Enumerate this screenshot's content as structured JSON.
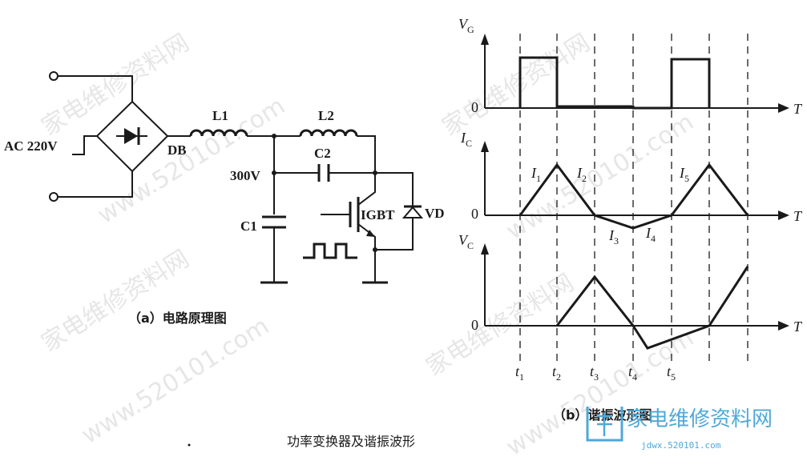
{
  "circuit": {
    "ac_label": "AC 220V",
    "db_label": "DB",
    "l1_label": "L1",
    "l2_label": "L2",
    "c2_label": "C2",
    "v300_label": "300V",
    "c1_label": "C1",
    "igbt_label": "IGBT",
    "vd_label": "VD",
    "caption": "（a）电路原理图"
  },
  "waveforms": {
    "vg_axis": "V",
    "vg_sub": "G",
    "ic_axis": "I",
    "ic_sub": "C",
    "vc_axis": "V",
    "vc_sub": "C",
    "time_axis": "T",
    "zero": "0",
    "i1": "I",
    "i1_sub": "1",
    "i2": "I",
    "i2_sub": "2",
    "i3": "I",
    "i3_sub": "3",
    "i4": "I",
    "i4_sub": "4",
    "i5": "I",
    "i5_sub": "5",
    "t1": "t",
    "t1_sub": "1",
    "t2": "t",
    "t2_sub": "2",
    "t3": "t",
    "t3_sub": "3",
    "t4": "t",
    "t4_sub": "4",
    "t5": "t",
    "t5_sub": "5",
    "caption": "（b）谐振波形图"
  },
  "figure_title": "功率变换器及谐振波形",
  "watermark": {
    "text_cn": "家电维修资料网",
    "text_url": "www.520101.com"
  },
  "logo": {
    "main": "家电维修资料网",
    "sub": "jdwx.520101.com"
  }
}
